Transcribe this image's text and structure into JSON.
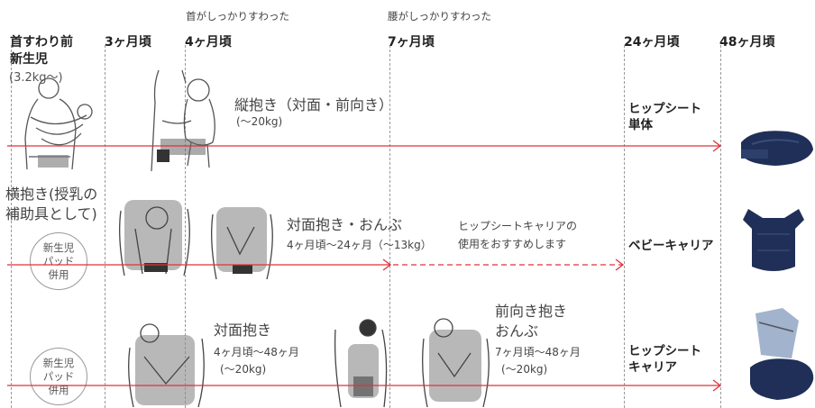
{
  "milestones": {
    "neck": "首がしっかりすわった",
    "waist": "腰がしっかりすわった"
  },
  "columns": {
    "c0_line1": "首すわり前",
    "c0_line2": "新生児",
    "c0_line3": "(3.2kg〜)",
    "c1": "3ヶ月頃",
    "c2": "4ヶ月頃",
    "c3": "7ヶ月頃",
    "c4": "24ヶ月頃",
    "c5": "48ヶ月頃"
  },
  "row1": {
    "label": "縦抱き（対面・前向き）",
    "weight": "(〜20kg)",
    "product_line1": "ヒップシート",
    "product_line2": "単体"
  },
  "row2": {
    "side_label_line1": "横抱き(授乳の",
    "side_label_line2": "補助具として)",
    "badge": [
      "新生児",
      "パッド",
      "併用"
    ],
    "label": "対面抱き・おんぶ",
    "range": "4ヶ月頃〜24ヶ月（〜13kg）",
    "rec_line1": "ヒップシートキャリアの",
    "rec_line2": "使用をおすすめします",
    "product": "ベビーキャリア"
  },
  "row3": {
    "badge": [
      "新生児",
      "パッド",
      "併用"
    ],
    "label1": "対面抱き",
    "range1": "4ヶ月頃〜48ヶ月",
    "weight1": "(〜20kg)",
    "label2_line1": "前向き抱き",
    "label2_line2": "おんぶ",
    "range2": "7ヶ月頃〜48ヶ月",
    "weight2": "(〜20kg)",
    "product_line1": "ヒップシート",
    "product_line2": "キャリア"
  },
  "colors": {
    "arrow": "#e0313b",
    "navy": "#1f2f57",
    "sketch": "#555555"
  }
}
